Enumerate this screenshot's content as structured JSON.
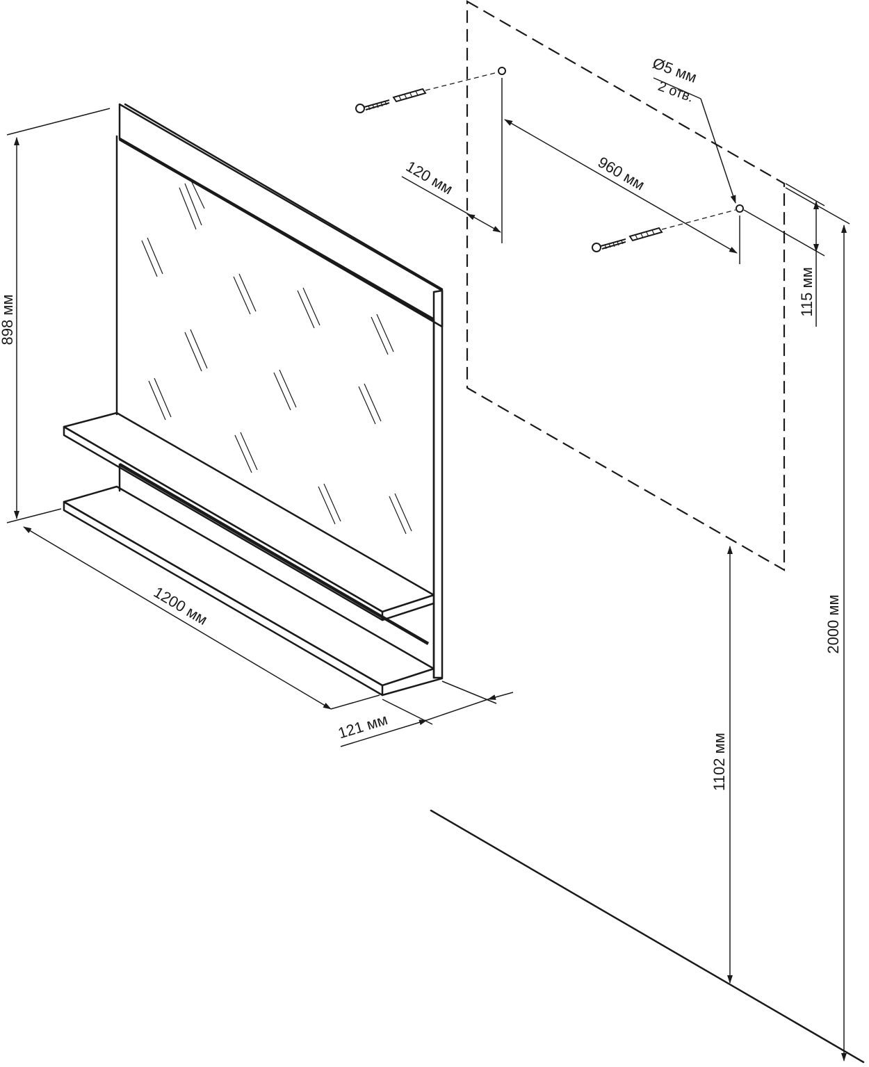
{
  "dimensions": {
    "height": "898 мм",
    "width": "1200 мм",
    "depth": "121 мм",
    "hole_offset_side": "120 мм",
    "hole_spacing": "960 мм",
    "hole_offset_top": "115 мм",
    "bottom_to_floor": "1102 мм",
    "top_to_floor": "2000 мм"
  },
  "holes": {
    "diameter": "Ø5 мм",
    "count": "2 отв."
  }
}
